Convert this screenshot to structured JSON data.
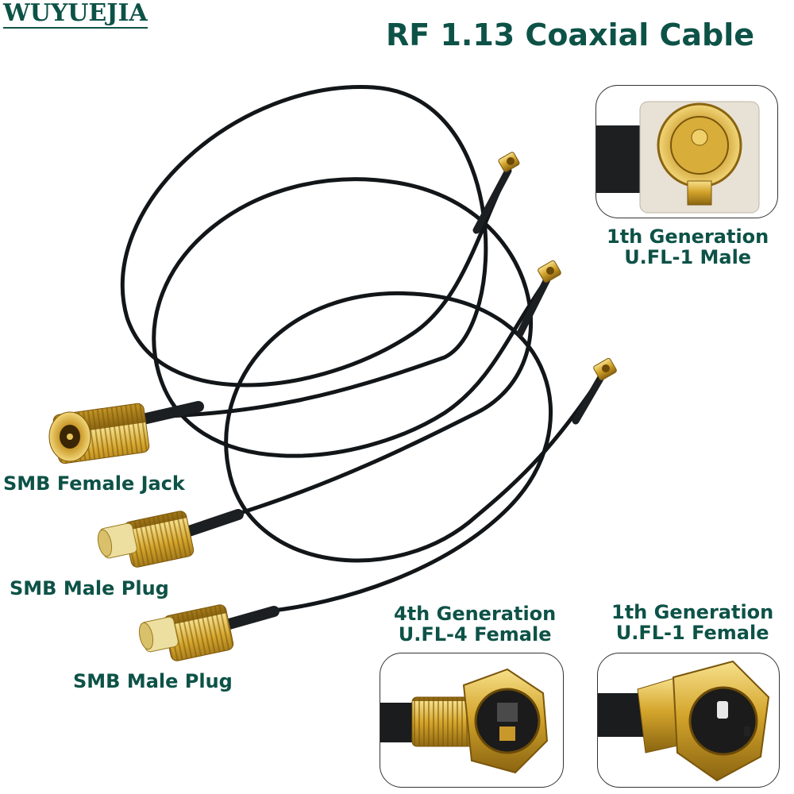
{
  "brand": "WUYUEJIA",
  "title": "RF 1.13 Coaxial Cable",
  "labels": {
    "smb_female_jack": "SMB Female Jack",
    "smb_male_plug_1": "SMB Male Plug",
    "smb_male_plug_2": "SMB Male Plug",
    "ufl1_male_line1": "1th Generation",
    "ufl1_male_line2": "U.FL-1 Male",
    "ufl4_female_line1": "4th Generation",
    "ufl4_female_line2": "U.FL-4 Female",
    "ufl1_female_line1": "1th Generation",
    "ufl1_female_line2": "U.FL-1 Female"
  },
  "colors": {
    "text": "#0d5247",
    "cable": "#111417",
    "gold": "#c8a23a"
  }
}
